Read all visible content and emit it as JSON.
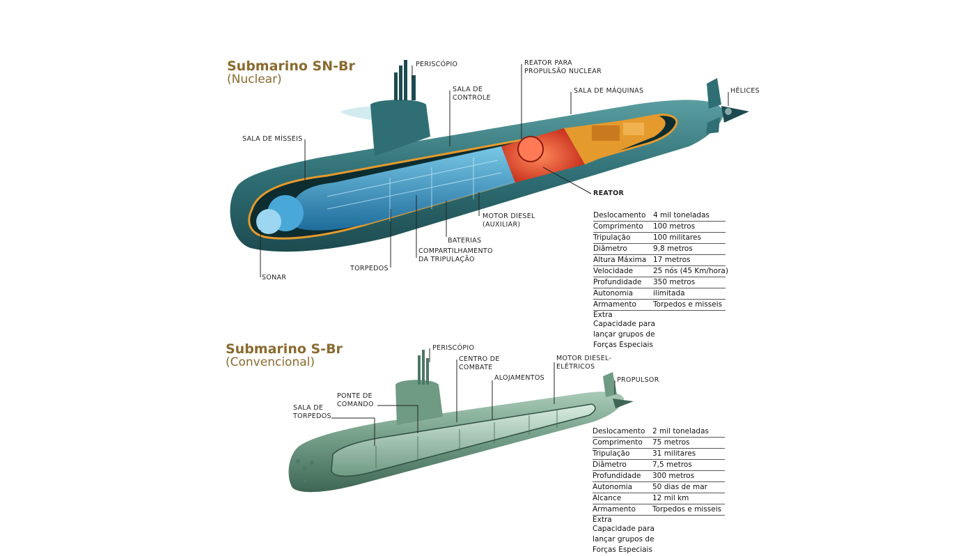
{
  "nuclear": {
    "title": "Submarino SN-Br",
    "subtitle": "(Nuclear)",
    "labels": {
      "periscopio": "PERISCÓPIO",
      "sala_controle_1": "SALA DE",
      "sala_controle_2": "CONTROLE",
      "reator_propulsao_1": "REATOR PARA",
      "reator_propulsao_2": "PROPULSÃO NUCLEAR",
      "sala_maquinas": "SALA DE MÁQUINAS",
      "helices": "HÉLICES",
      "sala_misseis": "SALA DE MÍSSEIS",
      "reator": "REATOR",
      "motor_diesel_1": "MOTOR DIESEL",
      "motor_diesel_2": "(AUXILIAR)",
      "baterias": "BATERIAS",
      "compart_1": "COMPARTILHAMENTO",
      "compart_2": "DA TRIPULAÇÃO",
      "torpedos": "TORPEDOS",
      "sonar": "SONAR"
    },
    "specs": [
      {
        "k": "Deslocamento",
        "v": "4 mil toneladas"
      },
      {
        "k": "Comprimento",
        "v": "100 metros"
      },
      {
        "k": "Tripulação",
        "v": "100 militares"
      },
      {
        "k": "Diâmetro",
        "v": "9,8 metros"
      },
      {
        "k": "Altura Máxima",
        "v": "17 metros"
      },
      {
        "k": "Velocidade",
        "v": "25 nós (45 Km/hora)"
      },
      {
        "k": "Profundidade",
        "v": "350 metros"
      },
      {
        "k": "Autonomia",
        "v": "ilimitada"
      },
      {
        "k": "Armamento",
        "v": "Torpedos e misseis"
      },
      {
        "k": "Extra",
        "v": "Capacidade para lançar grupos de Forças Especiais"
      }
    ]
  },
  "conventional": {
    "title": "Submarino S-Br",
    "subtitle": "(Convencional)",
    "labels": {
      "periscopio": "PERISCÓPIO",
      "centro_1": "CENTRO DE",
      "centro_2": "COMBATE",
      "motor_1": "MOTOR DIESEL-",
      "motor_2": "ELÉTRICOS",
      "alojamentos": "ALOJAMENTOS",
      "propulsor": "PROPULSOR",
      "ponte_1": "PONTE DE",
      "ponte_2": "COMANDO",
      "sala_torp_1": "SALA DE",
      "sala_torp_2": "TORPEDOS"
    },
    "specs": [
      {
        "k": "Deslocamento",
        "v": "2 mil toneladas"
      },
      {
        "k": "Comprimento",
        "v": "75 metros"
      },
      {
        "k": "Tripulação",
        "v": "31 militares"
      },
      {
        "k": "Diâmetro",
        "v": "7,5 metros"
      },
      {
        "k": "Profundidade",
        "v": "300 metros"
      },
      {
        "k": "Autonomia",
        "v": "50 dias de mar"
      },
      {
        "k": "Alcance",
        "v": "12 mil km"
      },
      {
        "k": "Armamento",
        "v": "Torpedos e misseis"
      },
      {
        "k": "Extra",
        "v": "Capacidade para lançar grupos de Forças Especiais"
      }
    ]
  },
  "colors": {
    "title": "#8a6a2e",
    "hull_nuclear": "#2f6f74",
    "hull_conventional": "#6f9a84",
    "interior_blue": "#3a9fd0",
    "reactor_red": "#e0402a",
    "engine_orange": "#e59a2e"
  }
}
